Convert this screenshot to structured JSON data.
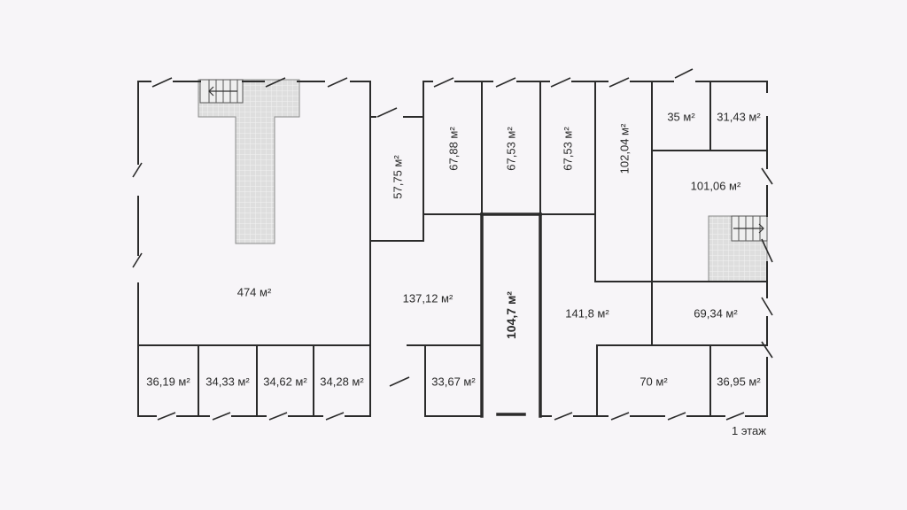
{
  "floor_label": "1 этаж",
  "rooms": {
    "r474": "474 м²",
    "r57_75": "57,75 м²",
    "r67_88": "67,88 м²",
    "r67_53a": "67,53 м²",
    "r67_53b": "67,53 м²",
    "r102_04": "102,04 м²",
    "r35": "35 м²",
    "r31_43": "31,43 м²",
    "r101_06": "101,06 м²",
    "r137_12": "137,12 м²",
    "r104_7": "104,7 м²",
    "r141_8": "141,8 м²",
    "r69_34": "69,34 м²",
    "r36_19": "36,19 м²",
    "r34_33": "34,33 м²",
    "r34_62": "34,62 м²",
    "r34_28": "34,28 м²",
    "r33_67": "33,67 м²",
    "r70": "70 м²",
    "r36_95": "36,95 м²"
  },
  "colors": {
    "wall": "#2b2b2b",
    "background": "#f7f5f8",
    "tile": "#dcdcdc"
  },
  "icons": [
    "stair-arrow-left-icon",
    "stair-arrow-right-icon"
  ]
}
